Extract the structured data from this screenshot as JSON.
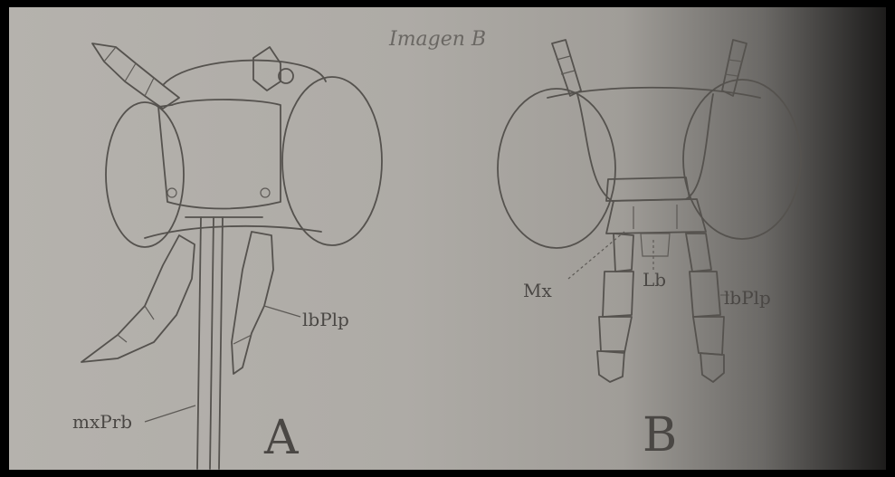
{
  "handwritten_note": "Imagen B",
  "figure_a": {
    "panel_letter": "A",
    "labels": {
      "labial_palp": "lbPlp",
      "maxillary_proboscis": "mxPrb"
    }
  },
  "figure_b": {
    "panel_letter": "B",
    "labels": {
      "maxilla": "Mx",
      "labium": "Lb",
      "labial_palp": "lbPlp"
    }
  }
}
